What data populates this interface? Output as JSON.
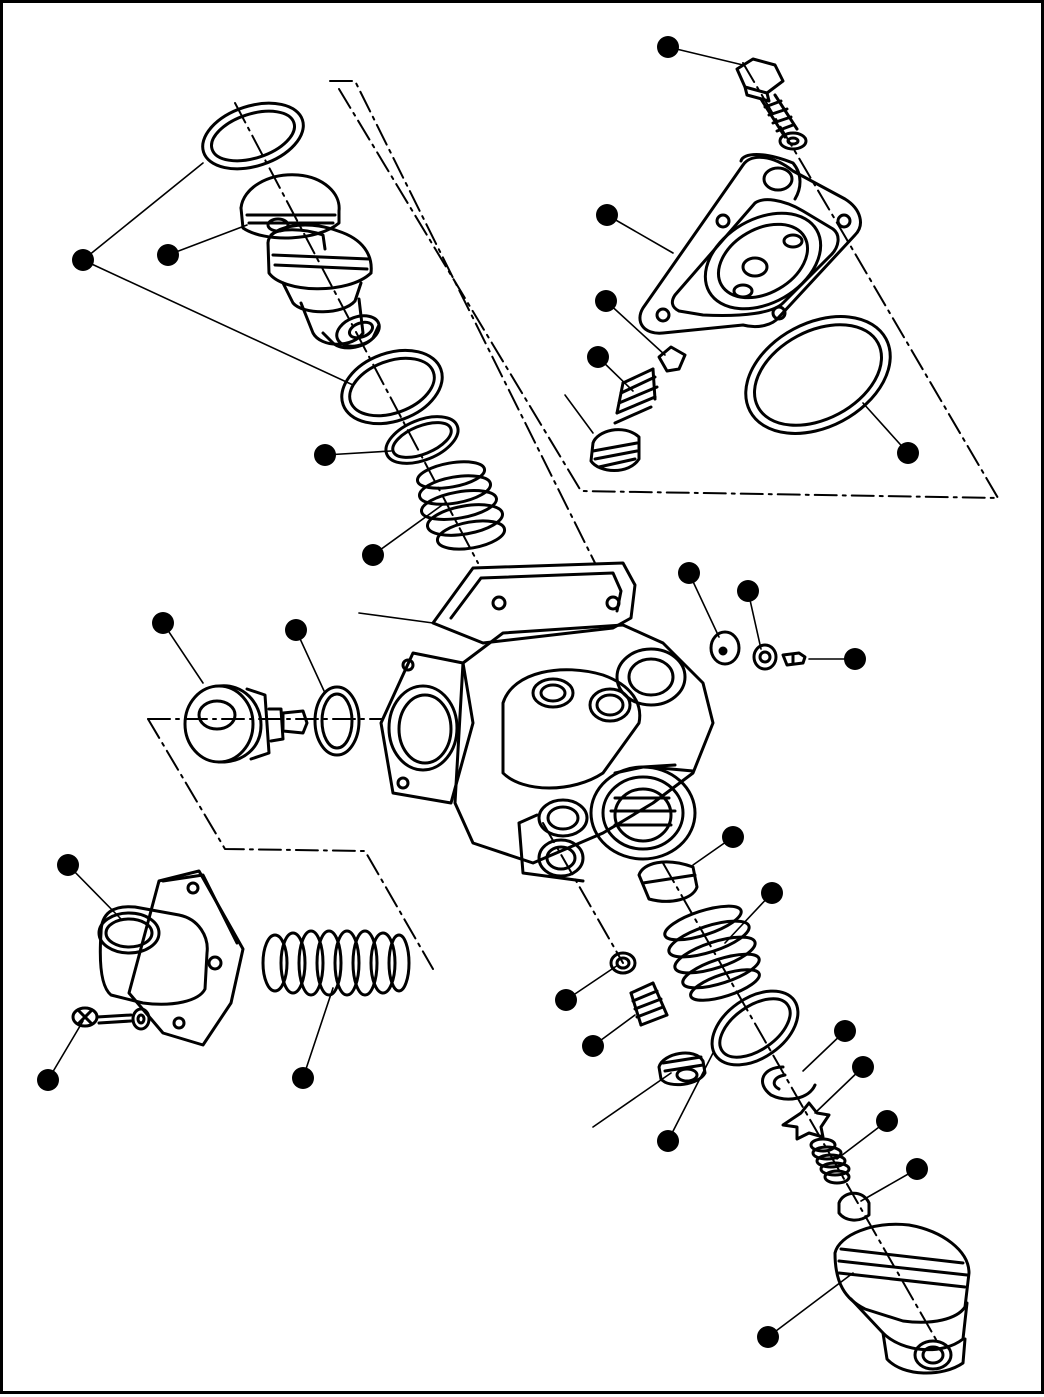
{
  "diagram": {
    "style": "exploded-view line drawing",
    "ink_color": "#000000",
    "paper_color": "#ffffff",
    "callout_count": 28
  },
  "parts": {
    "pump_body": "pump-body",
    "top_cover": "top-cover",
    "cap_nut_left": "cap-nut",
    "flange_cover": "flange-cover",
    "outlet_union": "outlet-union"
  }
}
